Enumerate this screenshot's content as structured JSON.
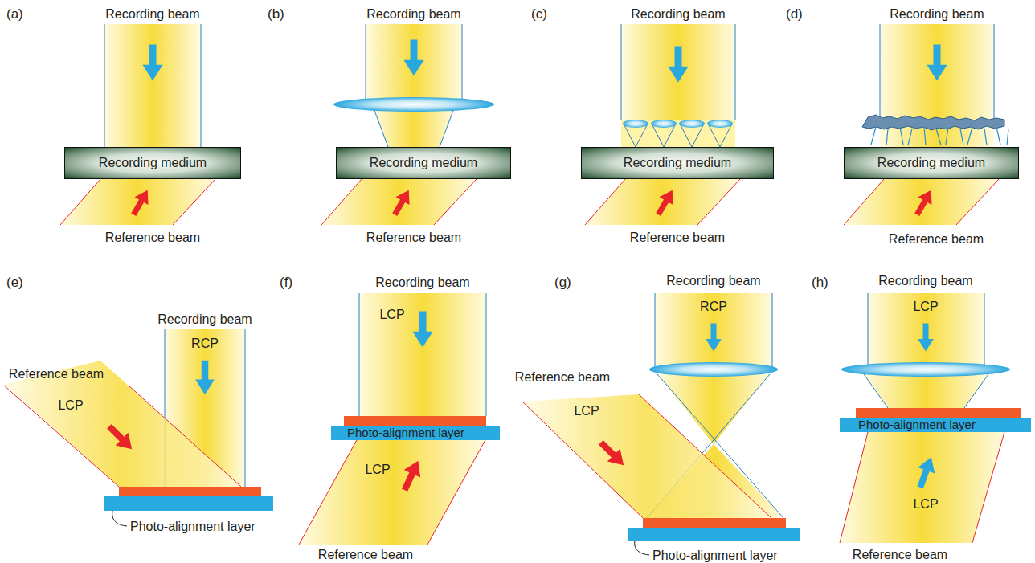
{
  "diagram": {
    "nodes": [
      {
        "text": [
          "Recording medium"
        ]
      },
      {
        "text": [
          "Recording medium"
        ]
      },
      {
        "text": [
          "Recording medium"
        ]
      },
      {
        "text": [
          "Recording medium"
        ]
      }
    ],
    "labels": [
      "(a)",
      "Recording beam",
      "Reference beam",
      "(b)",
      "Recording beam",
      "Reference beam",
      "(c)",
      "Recording beam",
      "Reference beam",
      "(d)",
      "Recording beam",
      "Reference beam",
      "(e)",
      "Recording beam",
      "RCP",
      "Reference beam",
      "LCP",
      "Photo-alignment layer",
      "(f)",
      "Recording beam",
      "LCP",
      "Photo-alignment layer",
      "LCP",
      "Reference beam",
      "(g)",
      "Recording beam",
      "RCP",
      "Reference beam",
      "LCP",
      "Photo-alignment layer",
      "(h)",
      "Recording beam",
      "LCP",
      "Photo-alignment layer",
      "LCP",
      "Reference beam"
    ]
  }
}
